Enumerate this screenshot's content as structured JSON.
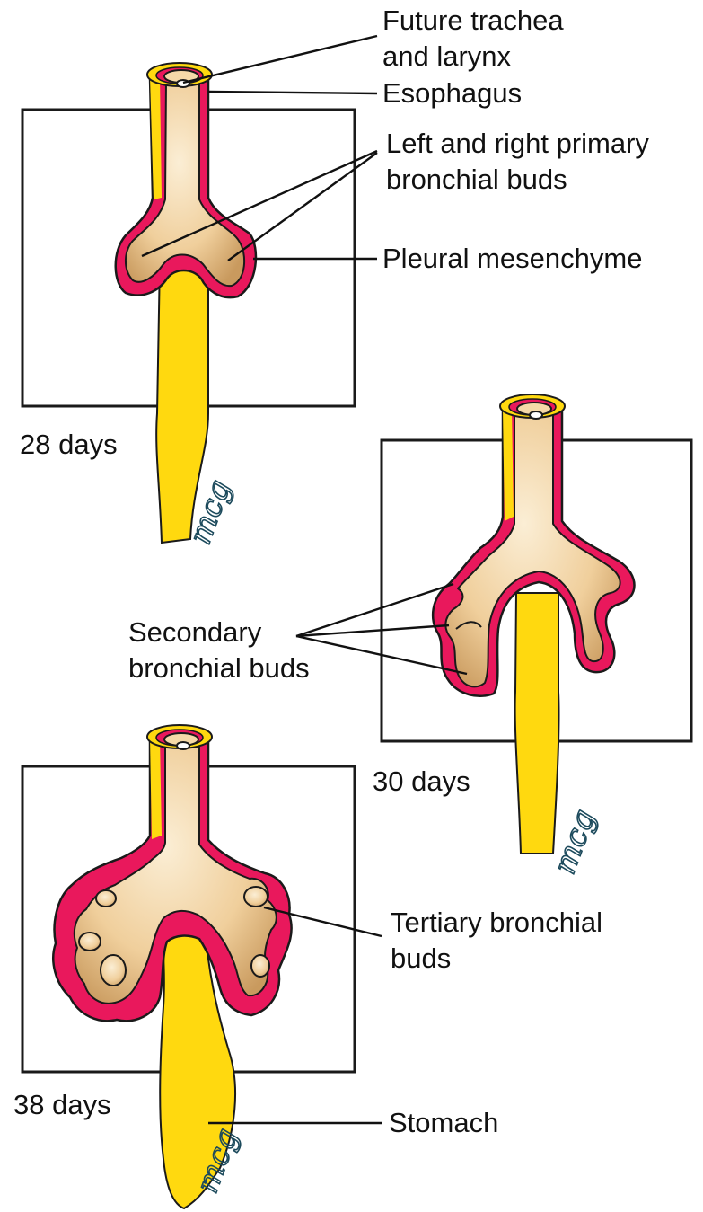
{
  "labels": {
    "future_trachea_line1": "Future trachea",
    "future_trachea_line2": "and larynx",
    "esophagus": "Esophagus",
    "primary_buds_line1": "Left and right primary",
    "primary_buds_line2": "bronchial buds",
    "pleural_mesenchyme": "Pleural mesenchyme",
    "secondary_buds_line1": "Secondary",
    "secondary_buds_line2": "bronchial buds",
    "tertiary_buds_line1": "Tertiary bronchial",
    "tertiary_buds_line2": "buds",
    "stomach": "Stomach"
  },
  "stages": [
    {
      "age": "28 days"
    },
    {
      "age": "30 days"
    },
    {
      "age": "38 days"
    }
  ],
  "signature": "mcg",
  "colors": {
    "esophagus_yellow": "#ffd90f",
    "mesenchyme_pink": "#e9185c",
    "endoderm_tan": "#f2d2a0",
    "outline": "#1a1a1a"
  }
}
